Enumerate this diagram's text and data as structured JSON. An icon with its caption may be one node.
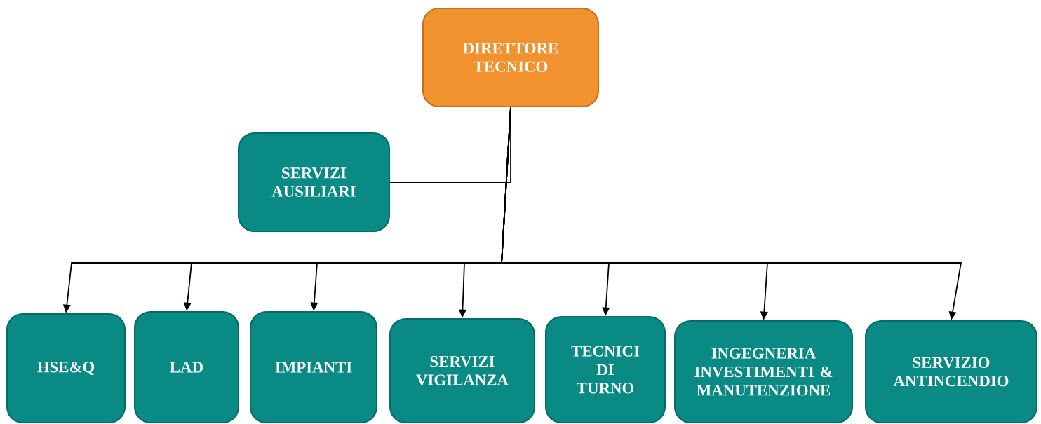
{
  "diagram": {
    "nodes": [
      {
        "text": [
          "DIRETTORE TECNICO"
        ]
      },
      {
        "text": [
          "SERVIZI AUSILIARI"
        ]
      },
      {
        "text": [
          "HSE&Q"
        ]
      },
      {
        "text": [
          "LAD"
        ]
      },
      {
        "text": [
          "IMPIANTI"
        ]
      },
      {
        "text": [
          "SERVIZI VIGILANZA"
        ]
      },
      {
        "text": [
          "TECNICI DI TURNO"
        ]
      },
      {
        "text": [
          "INGEGNERIA INVESTIMENTI & MANUTENZIONE"
        ]
      },
      {
        "text": [
          "SERVIZIO ANTINCENDIO"
        ]
      }
    ],
    "edges": [
      {
        "from": 0,
        "to": 1,
        "arrow": "none"
      },
      {
        "from": 0,
        "to": 2,
        "arrow": "to"
      },
      {
        "from": 0,
        "to": 3,
        "arrow": "to"
      },
      {
        "from": 0,
        "to": 4,
        "arrow": "to"
      },
      {
        "from": 0,
        "to": 5,
        "arrow": "to"
      },
      {
        "from": 0,
        "to": 6,
        "arrow": "to"
      },
      {
        "from": 0,
        "to": 7,
        "arrow": "to"
      },
      {
        "from": 0,
        "to": 8,
        "arrow": "to"
      }
    ]
  }
}
